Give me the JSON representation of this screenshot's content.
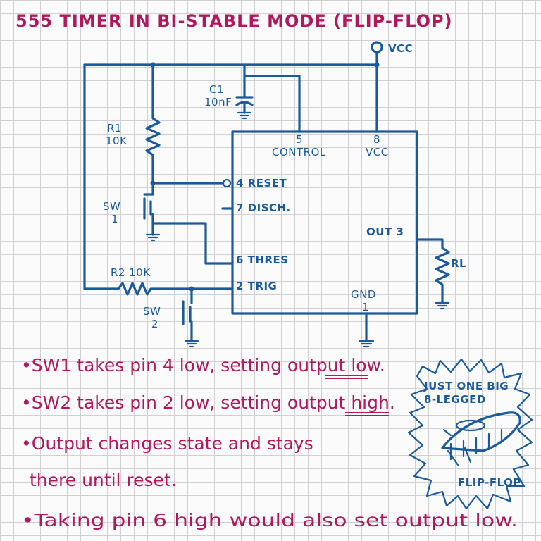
{
  "title": "555 TIMER IN BI-STABLE MODE (FLIP-FLOP)",
  "circuit": {
    "vcc_label": "VCC",
    "c1_name": "C1",
    "c1_value": "10nF",
    "r1_name": "R1",
    "r1_value": "10K",
    "r2_label": "R2 10K",
    "sw1_name": "SW",
    "sw1_num": "1",
    "sw2_name": "SW",
    "sw2_num": "2",
    "rl_label": "RL",
    "pin5_num": "5",
    "pin5_name": "CONTROL",
    "pin8_num": "8",
    "pin8_name": "VCC",
    "pin4": "4 RESET",
    "pin7": "7 DISCH.",
    "pin6": "6 THRES",
    "pin2": "2 TRIG",
    "pin3": "OUT 3",
    "pin1_name": "GND",
    "pin1_num": "1"
  },
  "notes": [
    {
      "pre": "•SW1 takes pin 4 low, setting output ",
      "emph": "low",
      "post": "."
    },
    {
      "pre": "•SW2 takes pin 2 low, setting output ",
      "emph": "high",
      "post": "."
    },
    {
      "line1": "•Output changes state and stays",
      "line2": "there until reset."
    },
    {
      "text": "•Taking pin 6 high would also set output low."
    }
  ],
  "badge": {
    "line1": "JUST ONE BIG",
    "line2": "8-LEGGED",
    "line3": "FLIP-FLOP"
  }
}
